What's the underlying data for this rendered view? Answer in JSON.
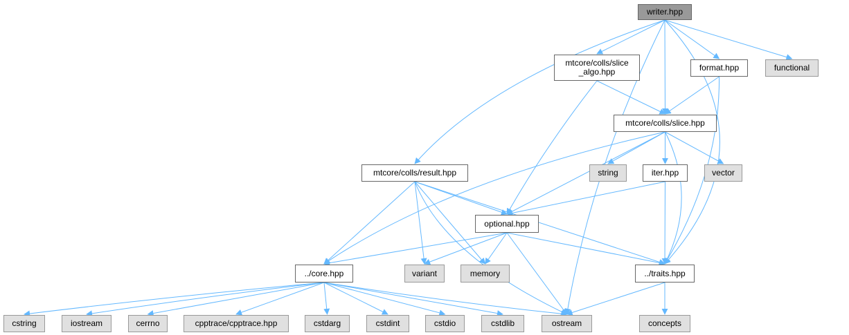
{
  "diagram": {
    "colors": {
      "edge": "#63b8ff",
      "root_fill": "#999999",
      "system_fill": "#e0e0e0",
      "local_fill": "#ffffff",
      "border": "#666666"
    },
    "nodes": {
      "writer": {
        "label": "writer.hpp",
        "kind": "root"
      },
      "slice_algo": {
        "label": "mtcore/colls/slice\n_algo.hpp",
        "kind": "local"
      },
      "format": {
        "label": "format.hpp",
        "kind": "local"
      },
      "functional": {
        "label": "functional",
        "kind": "system"
      },
      "slice": {
        "label": "mtcore/colls/slice.hpp",
        "kind": "local"
      },
      "result": {
        "label": "mtcore/colls/result.hpp",
        "kind": "local"
      },
      "string": {
        "label": "string",
        "kind": "system"
      },
      "iter": {
        "label": "iter.hpp",
        "kind": "local"
      },
      "vector": {
        "label": "vector",
        "kind": "system"
      },
      "optional": {
        "label": "optional.hpp",
        "kind": "local"
      },
      "core": {
        "label": "../core.hpp",
        "kind": "local"
      },
      "variant": {
        "label": "variant",
        "kind": "system"
      },
      "memory": {
        "label": "memory",
        "kind": "system"
      },
      "traits": {
        "label": "../traits.hpp",
        "kind": "local"
      },
      "cstring": {
        "label": "cstring",
        "kind": "system"
      },
      "iostream": {
        "label": "iostream",
        "kind": "system"
      },
      "cerrno": {
        "label": "cerrno",
        "kind": "system"
      },
      "cpptrace": {
        "label": "cpptrace/cpptrace.hpp",
        "kind": "system"
      },
      "cstdarg": {
        "label": "cstdarg",
        "kind": "system"
      },
      "cstdint": {
        "label": "cstdint",
        "kind": "system"
      },
      "cstdio": {
        "label": "cstdio",
        "kind": "system"
      },
      "cstdlib": {
        "label": "cstdlib",
        "kind": "system"
      },
      "ostream": {
        "label": "ostream",
        "kind": "system"
      },
      "concepts": {
        "label": "concepts",
        "kind": "system"
      }
    },
    "edges": [
      [
        "writer",
        "slice_algo"
      ],
      [
        "writer",
        "format"
      ],
      [
        "writer",
        "functional"
      ],
      [
        "writer",
        "slice"
      ],
      [
        "writer",
        "result"
      ],
      [
        "writer",
        "ostream"
      ],
      [
        "writer",
        "traits"
      ],
      [
        "slice_algo",
        "slice"
      ],
      [
        "slice_algo",
        "optional"
      ],
      [
        "format",
        "slice"
      ],
      [
        "format",
        "traits"
      ],
      [
        "slice",
        "string"
      ],
      [
        "slice",
        "iter"
      ],
      [
        "slice",
        "vector"
      ],
      [
        "slice",
        "optional"
      ],
      [
        "slice",
        "core"
      ],
      [
        "slice",
        "traits"
      ],
      [
        "result",
        "optional"
      ],
      [
        "result",
        "core"
      ],
      [
        "result",
        "variant"
      ],
      [
        "result",
        "memory"
      ],
      [
        "result",
        "ostream"
      ],
      [
        "result",
        "traits"
      ],
      [
        "iter",
        "optional"
      ],
      [
        "iter",
        "traits"
      ],
      [
        "optional",
        "core"
      ],
      [
        "optional",
        "variant"
      ],
      [
        "optional",
        "memory"
      ],
      [
        "optional",
        "ostream"
      ],
      [
        "optional",
        "traits"
      ],
      [
        "core",
        "cstring"
      ],
      [
        "core",
        "iostream"
      ],
      [
        "core",
        "cerrno"
      ],
      [
        "core",
        "cpptrace"
      ],
      [
        "core",
        "cstdarg"
      ],
      [
        "core",
        "cstdint"
      ],
      [
        "core",
        "cstdio"
      ],
      [
        "core",
        "cstdlib"
      ],
      [
        "core",
        "ostream"
      ],
      [
        "traits",
        "ostream"
      ],
      [
        "traits",
        "concepts"
      ]
    ]
  }
}
